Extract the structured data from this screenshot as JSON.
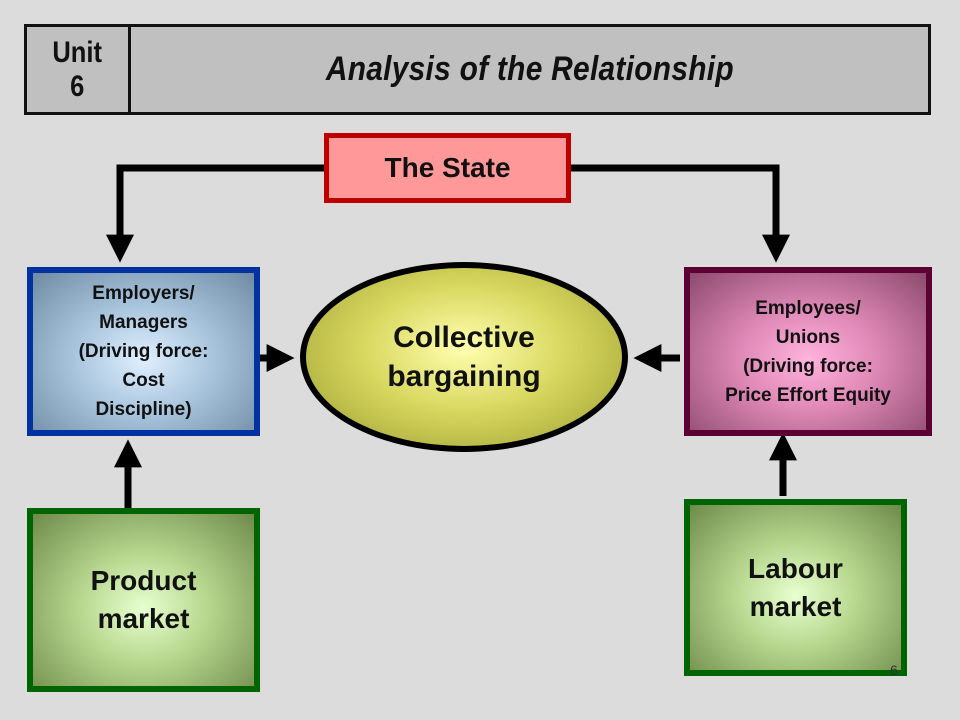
{
  "header": {
    "unit": "Unit\n6",
    "title": "Analysis of the Relationship"
  },
  "nodes": {
    "state": "The State",
    "employers": "Employers/\nManagers\n(Driving force:\nCost\nDiscipline)",
    "collective_bargaining": "Collective\nbargaining",
    "employees": "Employees/\nUnions\n(Driving force:\nPrice Effort Equity",
    "product_market": "Product\nmarket",
    "labour_market": "Labour\nmarket"
  },
  "colors": {
    "state_border": "#c00000",
    "state_fill": "#ff9999",
    "employers_border": "#0033a0",
    "employees_border": "#5c0033",
    "market_border": "#006400",
    "ellipse_fill": "#d8d860"
  },
  "page_number": "6"
}
